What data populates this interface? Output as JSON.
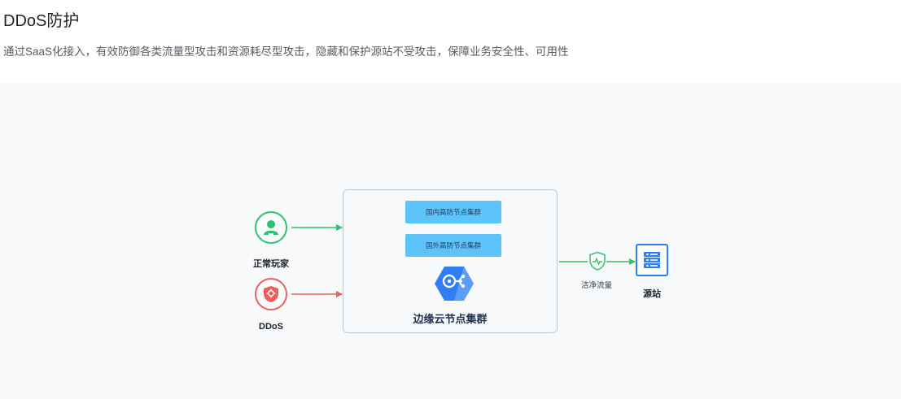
{
  "header": {
    "title": "DDoS防护",
    "description": "通过SaaS化接入，有效防御各类流量型攻击和资源耗尽型攻击，隐藏和保护源站不受攻击，保障业务安全性、可用性"
  },
  "diagram": {
    "sources": [
      {
        "label": "正常玩家",
        "icon": "user-icon",
        "color": "#2dc26b"
      },
      {
        "label": "DDoS",
        "icon": "attack-shield-icon",
        "color": "#f05d5d"
      }
    ],
    "cluster": {
      "label": "边缘云节点集群",
      "icon": "edge-cloud-icon",
      "nodes": [
        "国内高防节点集群",
        "国外高防节点集群"
      ]
    },
    "clean_flow": {
      "label": "洁净流量",
      "icon": "shield-pulse-icon",
      "color": "#2dc26b"
    },
    "origin": {
      "label": "源站",
      "icon": "server-icon",
      "color": "#2f7ef5"
    }
  }
}
